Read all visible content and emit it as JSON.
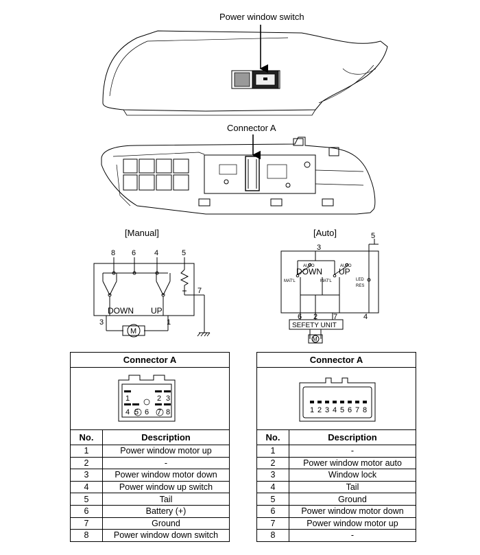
{
  "labels": {
    "power_window_switch": "Power window switch",
    "connector_a": "Connector A",
    "manual": "[Manual]",
    "auto": "[Auto]"
  },
  "manual_diagram": {
    "pins_top": [
      "8",
      "6",
      "4",
      "5"
    ],
    "pin_7": "7",
    "pin_3": "3",
    "pin_1": "1",
    "down": "DOWN",
    "up": "UP",
    "motor": "M"
  },
  "auto_diagram": {
    "pin_3": "3",
    "pin_5": "5",
    "pin_4": "4",
    "pins_bottom": [
      "6",
      "2",
      "7"
    ],
    "auto_left": "AUTO",
    "auto_right": "AUTO",
    "down": "DOWN",
    "up": "UP",
    "matl_left": "MAT'L",
    "matl_right": "MAT'L",
    "led": "LED",
    "res": "RES",
    "safety_unit": "SEFETY UNIT",
    "motor": "M"
  },
  "connector_manual_pins": [
    "1",
    "2",
    "3",
    "4",
    "5",
    "6",
    "7",
    "8"
  ],
  "connector_auto_pins": [
    "1",
    "2",
    "3",
    "4",
    "5",
    "6",
    "7",
    "8"
  ],
  "table_manual": {
    "title": "Connector A",
    "headers": [
      "No.",
      "Description"
    ],
    "rows": [
      [
        "1",
        "Power window motor up"
      ],
      [
        "2",
        "-"
      ],
      [
        "3",
        "Power window motor down"
      ],
      [
        "4",
        "Power window up switch"
      ],
      [
        "5",
        "Tail"
      ],
      [
        "6",
        "Battery (+)"
      ],
      [
        "7",
        "Ground"
      ],
      [
        "8",
        "Power window down switch"
      ]
    ]
  },
  "table_auto": {
    "title": "Connector A",
    "headers": [
      "No.",
      "Description"
    ],
    "rows": [
      [
        "1",
        "-"
      ],
      [
        "2",
        "Power window motor auto"
      ],
      [
        "3",
        "Window lock"
      ],
      [
        "4",
        "Tail"
      ],
      [
        "5",
        "Ground"
      ],
      [
        "6",
        "Power window motor down"
      ],
      [
        "7",
        "Power window motor up"
      ],
      [
        "8",
        "-"
      ]
    ]
  }
}
